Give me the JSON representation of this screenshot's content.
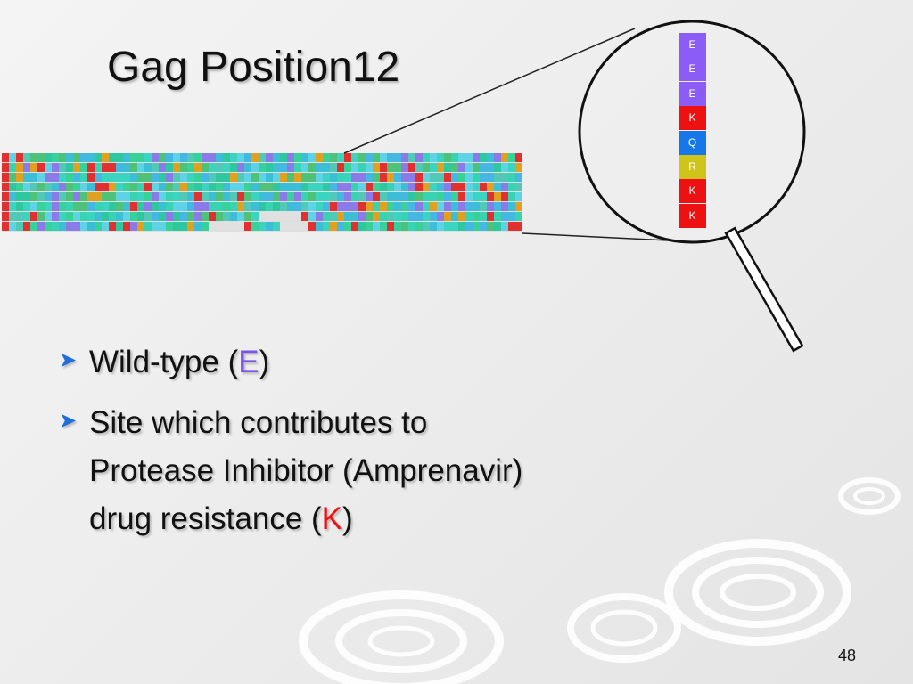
{
  "slide": {
    "title": "Gag Position12",
    "page_number": "48"
  },
  "residues": [
    {
      "letter": "E",
      "color": "#8b5cf6"
    },
    {
      "letter": "E",
      "color": "#8b5cf6"
    },
    {
      "letter": "E",
      "color": "#8b5cf6"
    },
    {
      "letter": "K",
      "color": "#ee1111"
    },
    {
      "letter": "Q",
      "color": "#1677e8"
    },
    {
      "letter": "R",
      "color": "#cfc51a"
    },
    {
      "letter": "K",
      "color": "#ee1111"
    },
    {
      "letter": "K",
      "color": "#ee1111"
    }
  ],
  "bullets": {
    "b1_prefix": "Wild-type (",
    "b1_highlight": "E",
    "b1_suffix": ")",
    "b2_line1": "Site which contributes to",
    "b2_line2": "Protease Inhibitor (Amprenavir)",
    "b2_line3_prefix": "drug resistance (",
    "b2_line3_highlight": "K",
    "b2_line3_suffix": ")"
  },
  "colors": {
    "wild_type": "#7b52e8",
    "resistant": "#ee1111",
    "bullet_arrow": "#1e6fd9"
  }
}
